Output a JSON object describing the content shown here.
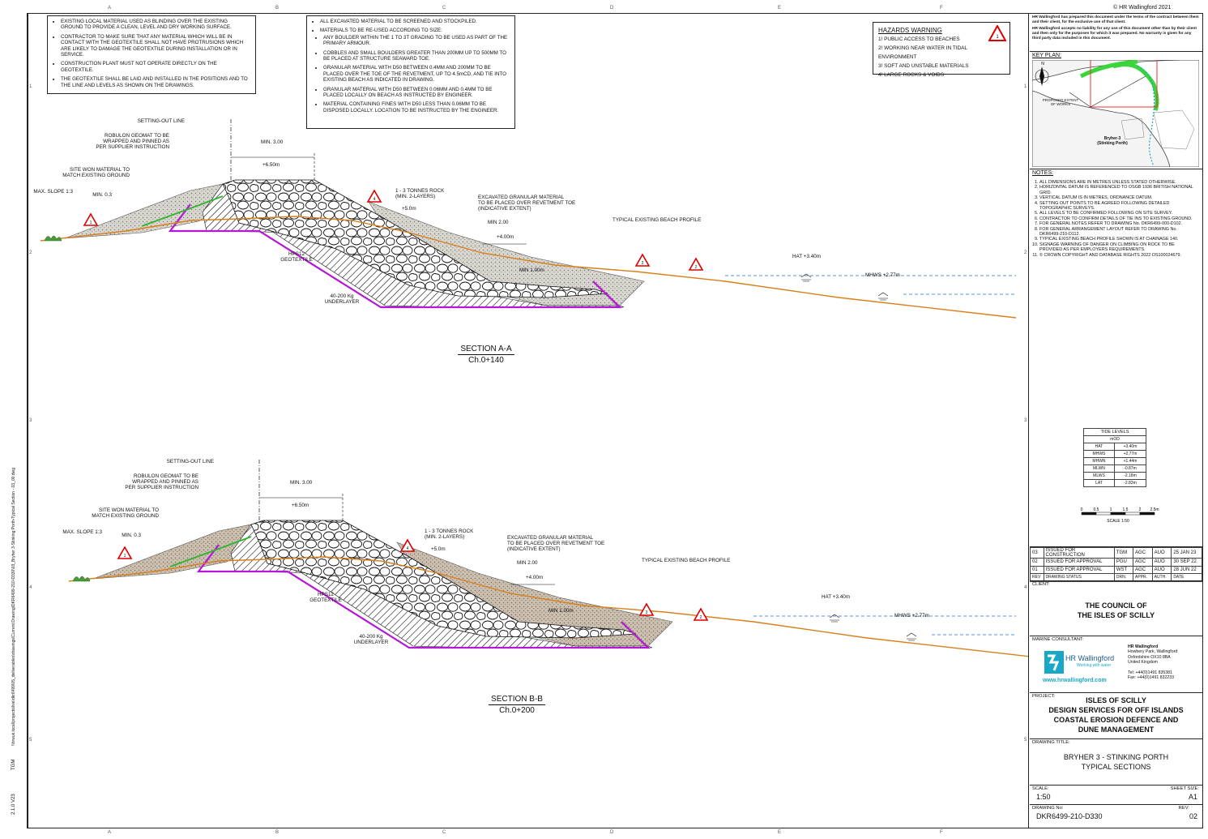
{
  "copyright": "© HR Wallingford 2021",
  "disclaimer": [
    "HR Wallingford has prepared this document under the terms of the contract between them and their client, for the exclusive use of that client.",
    "HR Wallingford accepts no liability for any use of this document other than by their client and then only for the purposes for which it was prepared.  No warranty is given for any third party data included in this document."
  ],
  "general_notes_1": [
    "EXISTING LOCAL MATERIAL USED AS BLINDING OVER THE EXISTING GROUND TO PROVIDE A CLEAN, LEVEL AND DRY WORKING SURFACE.",
    "CONTRACTOR TO MAKE SURE THAT ANY MATERIAL WHICH WILL BE IN CONTACT WITH THE GEOTEXTILE SHALL NOT HAVE PROTRUSIONS WHICH ARE LIKELY TO DAMAGE THE GEOTEXTILE DURING INSTALLATION OR IN SERVICE.",
    "CONSTRUCTION PLANT MUST NOT OPERATE DIRECTLY ON THE GEOTEXTILE.",
    "THE GEOTEXTILE SHALL BE LAID AND INSTALLED IN THE POSITIONS AND TO THE LINE AND LEVELS AS SHOWN ON THE DRAWINGS."
  ],
  "general_notes_2": {
    "first": "ALL EXCAVATED MATERIAL TO BE SCREENED AND STOCKPILED.",
    "second": "MATERIALS TO BE RE-USED ACCORDING TO SIZE:",
    "bullets": [
      "ANY BOULDER WITHIN THE 1 TO 3T GRADING TO BE USED AS PART OF THE PRIMARY ARMOUR.",
      "COBBLES AND SMALL BOULDERS GREATER THAN 200MM UP TO 500MM TO BE PLACED AT STRUCTURE SEAWARD TOE.",
      "GRANULAR MATERIAL WITH D50 BETWEEN 0.4MM AND 200MM TO BE PLACED OVER THE TOE OF THE REVETMENT, UP TO 4.5mCD, AND TIE INTO EXISTING BEACH AS INDICATED IN DRAWING.",
      "GRANULAR MATERIAL WITH D50 BETWEEN 0.06MM AND 0.4MM TO BE PLACED LOCALLY ON BEACH AS INSTRUCTED BY ENGINEER.",
      "MATERIAL CONTAINING FINES WITH D50 LESS THAN 0.06MM TO BE DISPOSED LOCALLY. LOCATION TO BE INSTRUCTED BY THE ENGINEER."
    ]
  },
  "hazards": {
    "title": "HAZARDS WARNING",
    "items": [
      "1! PUBLIC ACCESS TO BEACHES",
      "2! WORKING NEAR WATER IN TIDAL ENVIRONMENT",
      "3! SOFT AND UNSTABLE MATERIALS",
      "4! LARGE ROCKS & VOIDS"
    ]
  },
  "section_labels": {
    "setting_out": "SETTING-OUT LINE",
    "robulon": "ROBULON GEOMAT TO BE\nWRAPPED AND PINNED AS\nPER SUPPLIER INSTRUCTION",
    "site_won": "SITE WON MATERIAL TO\nMATCH EXISTING GROUND",
    "max_slope": "MAX. SLOPE 1:3",
    "min_03": "MIN. 0.3",
    "min_300": "MIN. 3.00",
    "crest": "+6.50m",
    "rock": "1 - 3 TONNES ROCK\n(MIN. 2-LAYERS)",
    "plus5": "+5.0m",
    "excavated": "EXCAVATED GRANULAR MATERIAL\nTO BE PLACED OVER REVETMENT TOE\n(INDICATIVE EXTENT)",
    "min_200": "MIN 2.00",
    "typical": "TYPICAL EXISTING BEACH PROFILE",
    "hps12": "HPS12\nGEOTEXTILE",
    "underlayer": "40-200 Kg\nUNDERLAYER",
    "hat": "HAT +3.40m",
    "mhws": "MHWS +2.77m",
    "plus4": "+4.00m",
    "min100": "MIN 1.00m",
    "slope_2": "2",
    "slope_1": "1"
  },
  "sections": [
    {
      "title": "SECTION A-A",
      "chainage": "Ch.0+140"
    },
    {
      "title": "SECTION B-B",
      "chainage": "Ch.0+200"
    }
  ],
  "key_plan": {
    "title": "KEY PLAN:",
    "extent": "PROPOSED EXTENT\nOF WORKS",
    "location": "Bryher-3\n(Stinking Porth)"
  },
  "notes": {
    "title": "NOTES:",
    "items": [
      "ALL DIMENSIONS ARE IN METRES UNLESS STATED OTHERWISE.",
      "HORIZONTAL DATUM IS REFERENCED TO OSGB 1936 BRITISH NATIONAL GRID.",
      "VERTICAL DATUM IS IN METRES, ORDNANCE DATUM.",
      "SETTING OUT POINTS TO BE AGREED FOLLOWING DETAILED TOPOGRAPHIC SURVEYS.",
      "ALL LEVELS TO BE CONFIRMED FOLLOWING ON SITE SURVEY.",
      "CONTRACTOR TO CONFIRM DETAILS OF TIE INS TO EXISTING GROUND.",
      "FOR GENERAL NOTES REFER TO DRAWING No. DKR6499-000-D102.",
      "FOR GENERAL ARRANGEMENT LAYOUT REFER TO DRAWING No. DKR6499-210-D112.",
      "TYPICAL EXISTING BEACH PROFILE SHOWN IS AT CHAINAGE 140.",
      "SIGNAGE WARNING OF DANGER ON CLIMBING ON ROCK TO BE PROVIDED AS PER EMPLOYERS REQUIREMENTS.",
      "© CROWN COPYRIGHT AND DATABASE RIGHTS 2022 OS100024679."
    ]
  },
  "tide_levels": {
    "title": "TIDE LEVELS",
    "unit": "mOD",
    "rows": [
      [
        "HAT",
        "+3.40m"
      ],
      [
        "MHWS",
        "+2.77m"
      ],
      [
        "MHWN",
        "+1.44m"
      ],
      [
        "MLWN",
        "-0.87m"
      ],
      [
        "MLWS",
        "-2.18m"
      ],
      [
        "LAT",
        "-2.83m"
      ]
    ]
  },
  "scale_bar": {
    "ticks": [
      "0",
      "0.5",
      "1",
      "1.5",
      "2",
      "2.5m"
    ],
    "label": "SCALE 1:50"
  },
  "revisions": [
    [
      "03",
      "ISSUED FOR CONSTRUCTION",
      "TGM",
      "AGC",
      "AUO",
      "25 JAN 23"
    ],
    [
      "02",
      "ISSUED FOR APPROVAL",
      "PGU",
      "AGC",
      "AUO",
      "30 SEP 22"
    ],
    [
      "01",
      "ISSUED FOR APPROVAL",
      "WST",
      "AGC",
      "AUO",
      "28 JUN 22"
    ]
  ],
  "rev_header": [
    "REV",
    "DRAWING STATUS",
    "DRN.",
    "APPR.",
    "AUTH.",
    "DATE"
  ],
  "client": {
    "label": "CLIENT:",
    "name": "THE COUNCIL OF\nTHE ISLES OF SCILLY"
  },
  "consultant": {
    "label": "MARINE CONSULTANT:",
    "logo_name": "HR Wallingford",
    "logo_tag": "Working with water",
    "web": "www.hrwallingford.com",
    "address": [
      "HR Wallingford",
      "Howbery Park, Wallingford",
      "Oxfordshire OX10 8BA",
      "United Kingdom",
      "",
      "Tel: +44(0)1491 835381",
      "Fax: +44(0)1491 832233"
    ]
  },
  "project": {
    "label": "PROJECT:",
    "name": "ISLES OF SCILLY\nDESIGN SERVICES FOR OFF ISLANDS\nCOASTAL EROSION DEFENCE AND\nDUNE MANAGEMENT"
  },
  "drawing_title": {
    "label": "DRAWING TITLE:",
    "name": "BRYHER 3 - STINKING PORTH\nTYPICAL SECTIONS"
  },
  "scale": {
    "label": "SCALE:",
    "value": "1:50"
  },
  "sheet": {
    "label": "SHEET SIZE:",
    "value": "A1"
  },
  "drawing_no": {
    "label": "DRAWING No:",
    "value": "DKR6499-210-D330"
  },
  "rev": {
    "label": "REV:",
    "value": "02"
  },
  "side_strip": {
    "path": "\\\\hrwuk.local\\projects\\live\\dkr6499\\05_deliverables\\drawings\\Current Drawing\\DKR6499-210-D330\\03_Bryher 3-Stinking Porth-Typical Section - 03_00.dwg",
    "initials": "TGM",
    "version": "2.1.0 V23"
  },
  "grid_cols": [
    "A",
    "B",
    "C",
    "D",
    "E",
    "F"
  ],
  "grid_rows": [
    "1",
    "2",
    "3",
    "4",
    "5"
  ]
}
